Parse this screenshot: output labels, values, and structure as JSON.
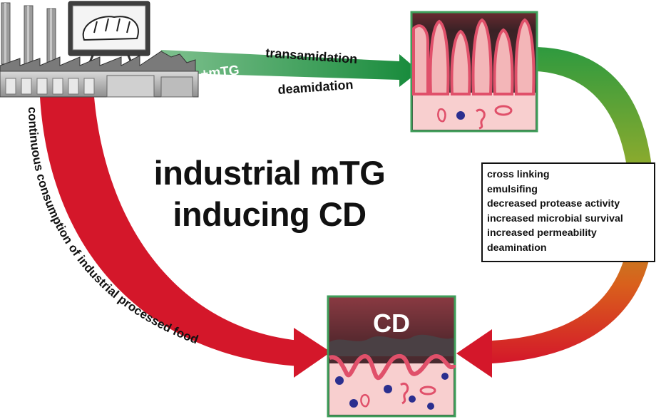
{
  "title": {
    "line1": "industrial mTG",
    "line2": "inducing CD"
  },
  "arrows": {
    "top_label_1": "transamidation",
    "top_label_2": "deamidation",
    "mtg_label": "+mTG",
    "left_label": "continuous consumption of industrial processed food"
  },
  "effects": [
    "cross linking",
    "emulsifing",
    "decreased protease activity",
    "increased microbial survival",
    "increased permeability",
    "deamination"
  ],
  "intestine": {
    "bottom_label": "CD"
  },
  "colors": {
    "arrow_red": "#d4172a",
    "arrow_green": "#1e8a3c",
    "frame_green": "#3f9e5a",
    "villus_pink": "#e7667a",
    "lumen_dark": "#3a2327",
    "tissue_pink": "#f8cfcf"
  }
}
